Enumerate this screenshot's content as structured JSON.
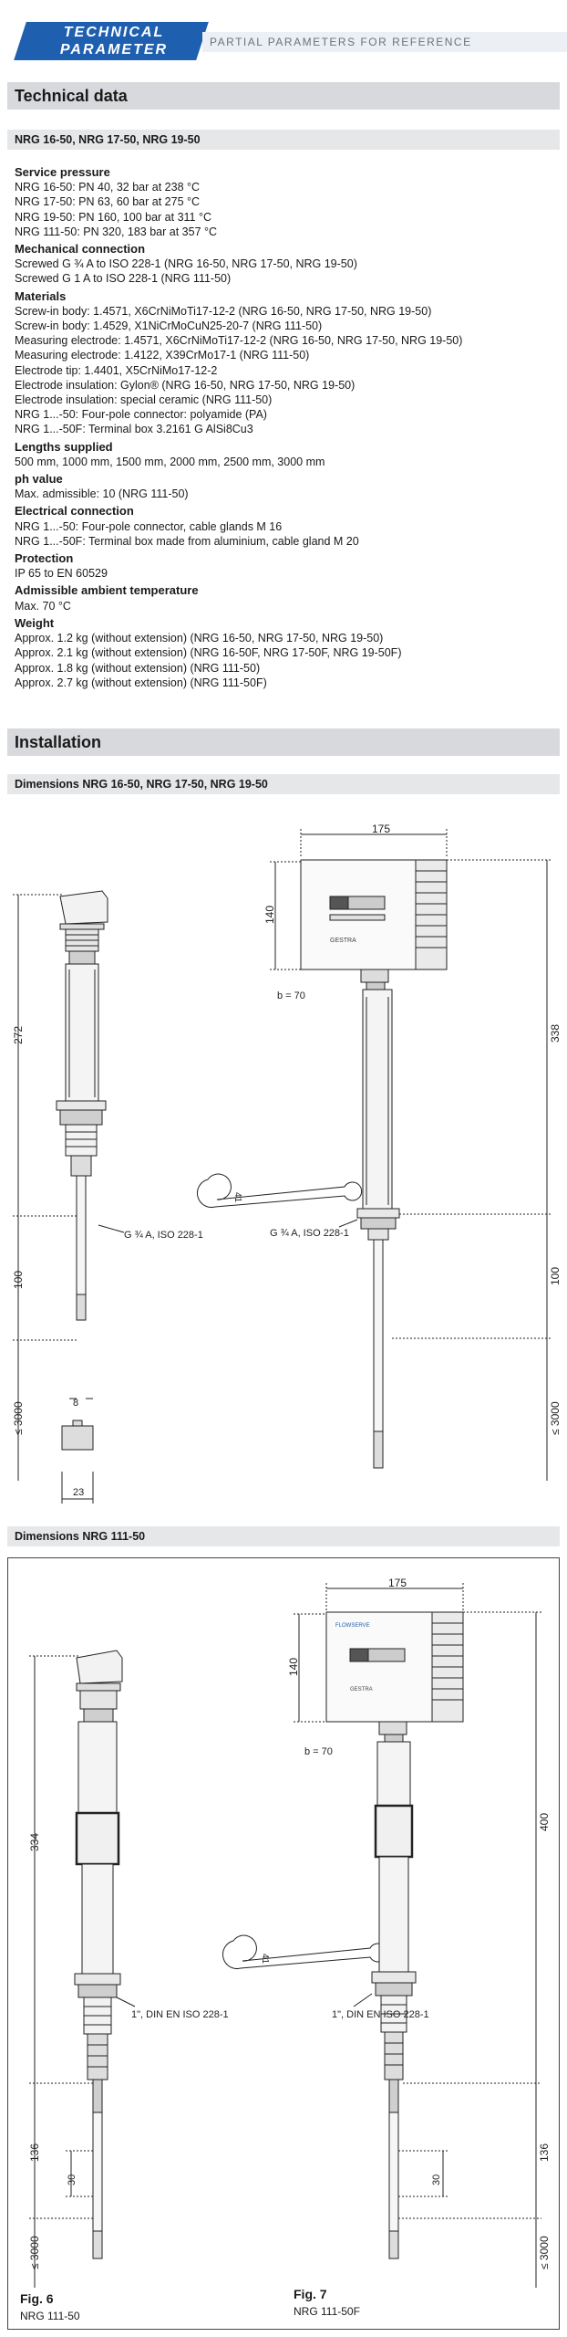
{
  "banner": {
    "title_line1": "TECHNICAL",
    "title_line2": "PARAMETER",
    "subtitle": "PARTIAL PARAMETERS FOR REFERENCE"
  },
  "section_tech": "Technical data",
  "models": "NRG 16-50, NRG 17-50, NRG 19-50",
  "blocks": [
    {
      "title": "Service pressure",
      "lines": [
        "NRG 16-50: PN 40, 32 bar at 238 °C",
        "NRG 17-50: PN 63, 60 bar at 275 °C",
        "NRG 19-50: PN 160, 100 bar at 311 °C",
        "NRG 111-50: PN 320, 183 bar at 357 °C"
      ]
    },
    {
      "title": "Mechanical connection",
      "lines": [
        "Screwed G ¾ A to ISO 228-1 (NRG 16-50, NRG 17-50, NRG 19-50)",
        "Screwed G 1 A to ISO 228-1 (NRG 111-50)"
      ]
    },
    {
      "title": "Materials",
      "lines": [
        "Screw-in body: 1.4571, X6CrNiMoTi17-12-2 (NRG 16-50, NRG 17-50, NRG 19-50)",
        "Screw-in body: 1.4529, X1NiCrMoCuN25-20-7 (NRG 111-50)",
        "Measuring electrode: 1.4571, X6CrNiMoTi17-12-2 (NRG 16-50, NRG 17-50, NRG 19-50)",
        "Measuring electrode: 1.4122, X39CrMo17-1 (NRG 111-50)",
        "Electrode tip: 1.4401, X5CrNiMo17-12-2",
        "Electrode insulation: Gylon® (NRG 16-50, NRG 17-50, NRG 19-50)",
        "Electrode insulation: special ceramic (NRG 111-50)",
        "NRG 1...-50: Four-pole connector: polyamide (PA)",
        "NRG 1...-50F: Terminal box 3.2161 G AlSi8Cu3"
      ]
    },
    {
      "title": "Lengths supplied",
      "lines": [
        "500 mm, 1000 mm, 1500 mm, 2000 mm, 2500 mm, 3000 mm"
      ]
    },
    {
      "title": "ph value",
      "lines": [
        "Max. admissible: 10 (NRG 111-50)"
      ]
    },
    {
      "title": "Electrical connection",
      "lines": [
        "NRG 1...-50: Four-pole connector, cable glands M 16",
        "NRG 1...-50F: Terminal box made from aluminium, cable gland M 20"
      ]
    },
    {
      "title": "Protection",
      "lines": [
        "IP 65 to EN 60529"
      ]
    },
    {
      "title": "Admissible ambient temperature",
      "lines": [
        "Max. 70 °C"
      ]
    },
    {
      "title": "Weight",
      "lines": [
        "Approx. 1.2 kg (without extension) (NRG 16-50, NRG 17-50, NRG 19-50)",
        "Approx. 2.1 kg (without extension) (NRG 16-50F, NRG 17-50F, NRG 19-50F)",
        "Approx. 1.8 kg (without extension) (NRG 111-50)",
        "Approx. 2.7 kg (without extension) (NRG 111-50F)"
      ]
    }
  ],
  "section_install": "Installation",
  "dims1_title": "Dimensions NRG 16-50, NRG 17-50, NRG 19-50",
  "dims2_title": "Dimensions NRG 111-50",
  "fig1": {
    "d175": "175",
    "d140": "140",
    "b70": "b = 70",
    "d272": "272",
    "d338": "338",
    "d100a": "100",
    "d100b": "100",
    "d3000a": "≤ 3000",
    "d3000b": "≤ 3000",
    "d8": "8",
    "d23": "23",
    "d41": "41",
    "thread_l": "G ¾ A, ISO 228-1",
    "thread_r": "G ¾ A, ISO 228-1",
    "brand": "GESTRA"
  },
  "fig2": {
    "d175": "175",
    "d140": "140",
    "b70": "b = 70",
    "d334": "334",
    "d400": "400",
    "d136a": "136",
    "d136b": "136",
    "d30a": "30",
    "d30b": "30",
    "d3000a": "≤ 3000",
    "d3000b": "≤ 3000",
    "d41": "41",
    "thread_l": "1\", DIN EN ISO 228-1",
    "thread_r": "1\", DIN EN ISO 228-1",
    "brand": "FLOWSERVE",
    "brand2": "GESTRA"
  },
  "captions": {
    "fig6": "Fig. 6",
    "fig6_sub": "NRG 111-50",
    "fig7": "Fig. 7",
    "fig7_sub": "NRG 111-50F"
  }
}
